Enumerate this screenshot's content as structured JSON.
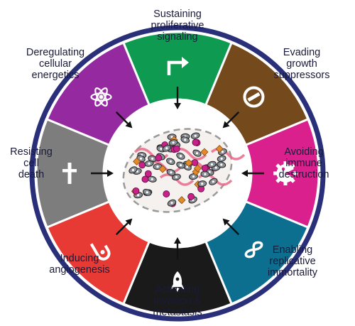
{
  "hallmarks": [
    {
      "id": "sustaining",
      "lines": [
        "Sustaining",
        "proliferative",
        "signaling"
      ],
      "color": "#0f9a52",
      "icon": "arrow-up-right-icon"
    },
    {
      "id": "evading",
      "lines": [
        "Evading",
        "growth",
        "suppressors"
      ],
      "color": "#744a1c",
      "icon": "no-entry-icon"
    },
    {
      "id": "immune",
      "lines": [
        "Avoiding",
        "immune",
        "destruction"
      ],
      "color": "#d9208c",
      "icon": "pacman-gear-icon"
    },
    {
      "id": "immortality",
      "lines": [
        "Enabling",
        "replicative",
        "immortality"
      ],
      "color": "#0d6f8f",
      "icon": "infinity-icon"
    },
    {
      "id": "invasion",
      "lines": [
        "Activating",
        "invasion &",
        "metastasis"
      ],
      "color": "#1a1a1a",
      "icon": "rocket-icon"
    },
    {
      "id": "angiogenesis",
      "lines": [
        "Inducing",
        "angiogenesis"
      ],
      "color": "#e73a35",
      "icon": "vessel-icon"
    },
    {
      "id": "celldeath",
      "lines": [
        "Resisting",
        "cell",
        "death"
      ],
      "color": "#7d7d7d",
      "icon": "cross-icon"
    },
    {
      "id": "energetics",
      "lines": [
        "Deregulating",
        "cellular",
        "energetics"
      ],
      "color": "#952aa0",
      "icon": "atom-icon"
    }
  ],
  "colors": {
    "outer_ring": "#2a2f7a",
    "inner_fill": "#ffffff",
    "arrow": "#111111",
    "tumor_gray": "#8a8f96",
    "tumor_magenta": "#c8228a",
    "tumor_orange": "#e58a2a",
    "tumor_pink": "#e76a8a"
  }
}
